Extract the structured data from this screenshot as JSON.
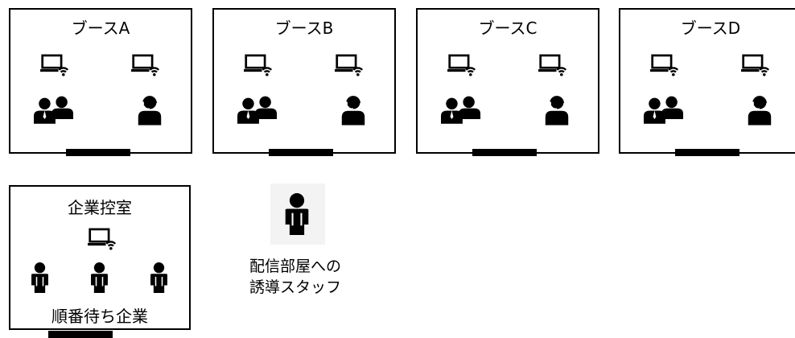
{
  "booths": [
    {
      "label": "ブースA"
    },
    {
      "label": "ブースB"
    },
    {
      "label": "ブースC"
    },
    {
      "label": "ブースD"
    }
  ],
  "waiting_room": {
    "title": "企業控室",
    "bottom_label": "順番待ち企業"
  },
  "guide_staff": {
    "line1": "配信部屋への",
    "line2": "誘導スタッフ"
  },
  "icons": {
    "laptop": "laptop-wifi-icon",
    "meeting": "two-people-icon",
    "operator": "headset-person-icon",
    "person": "person-icon"
  }
}
